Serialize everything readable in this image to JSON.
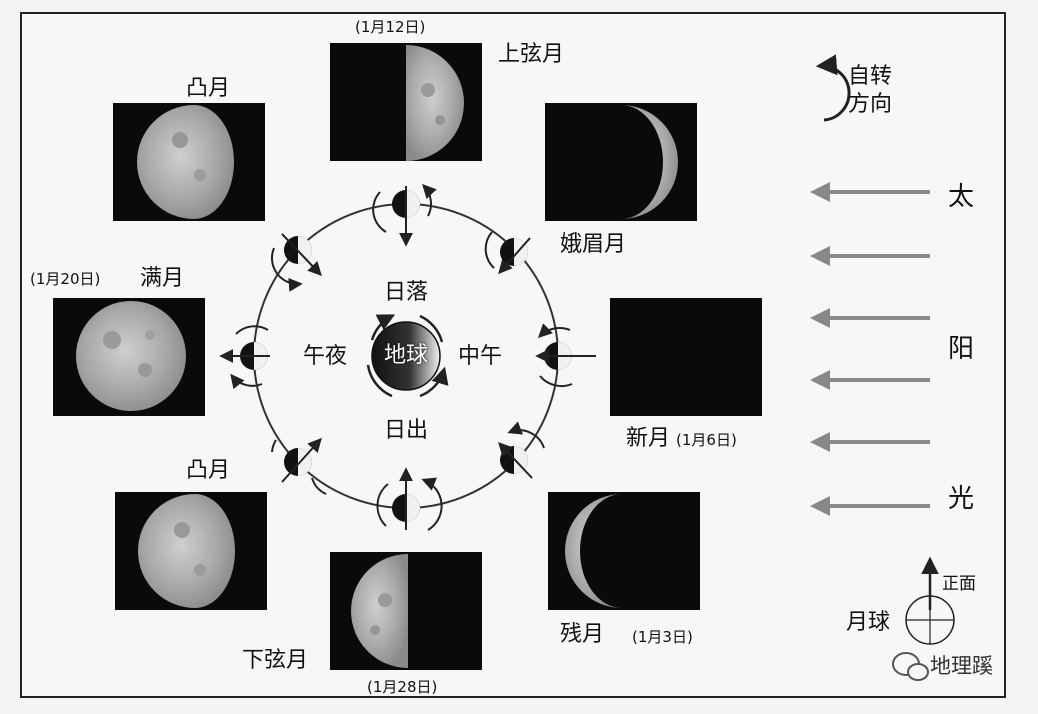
{
  "phases": {
    "first_quarter": {
      "name": "上弦月",
      "date": "(1月12日)"
    },
    "waxing_crescent": {
      "name": "娥眉月"
    },
    "new_moon": {
      "name": "新月",
      "date": "(1月6日)"
    },
    "waning_crescent": {
      "name": "残月",
      "date": "(1月3日)"
    },
    "last_quarter": {
      "name": "下弦月",
      "date": "(1月28日)"
    },
    "waning_gibbous": {
      "name": "凸月"
    },
    "full_moon": {
      "name": "满月",
      "date": "(1月20日)"
    },
    "waxing_gibbous": {
      "name": "凸月"
    }
  },
  "earth": {
    "label": "地球",
    "sunset": "日落",
    "midnight": "午夜",
    "noon": "中午",
    "sunrise": "日出"
  },
  "rotation": {
    "line1": "自转",
    "line2": "方向"
  },
  "sunlight": [
    "太",
    "阳",
    "光"
  ],
  "legend": {
    "moon": "月球",
    "front": "正面"
  },
  "watermark": "地理蹊"
}
